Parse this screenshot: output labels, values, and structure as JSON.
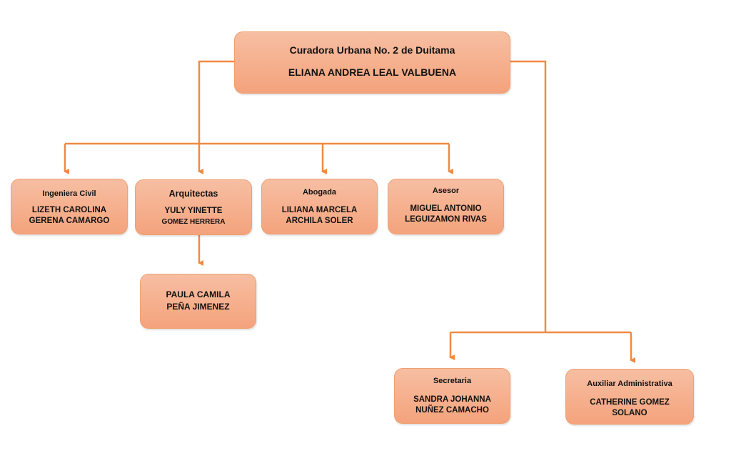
{
  "colors": {
    "connector": "#f08a40",
    "box_top": "#f7bea2",
    "box_bottom": "#f4a37c",
    "box_border": "#f0a070"
  },
  "root": {
    "role": "Curadora Urbana No. 2 de Duitama",
    "name": "ELIANA ANDREA LEAL VALBUENA"
  },
  "level1": [
    {
      "role": "Ingeniera Civil",
      "name_line1": "LIZETH CAROLINA",
      "name_line2": "GERENA CAMARGO"
    },
    {
      "role": "Arquitectas",
      "name_line1": "YULY YINETTE",
      "name_line2": "GOMEZ HERRERA"
    },
    {
      "role": "Abogada",
      "name_line1": "LILIANA MARCELA",
      "name_line2": "ARCHILA SOLER"
    },
    {
      "role": "Asesor",
      "name_line1": "MIGUEL ANTONIO",
      "name_line2": "LEGUIZAMON RIVAS"
    }
  ],
  "sub_arquitectas": {
    "name_line1": "PAULA CAMILA",
    "name_line2": "PEÑA JIMENEZ"
  },
  "level1_right": [
    {
      "role": "Secretaria",
      "name_line1": "SANDRA JOHANNA",
      "name_line2": "NUÑEZ CAMACHO"
    },
    {
      "role": "Auxiliar Administrativa",
      "name_line1": "CATHERINE GOMEZ",
      "name_line2": "SOLANO"
    }
  ]
}
